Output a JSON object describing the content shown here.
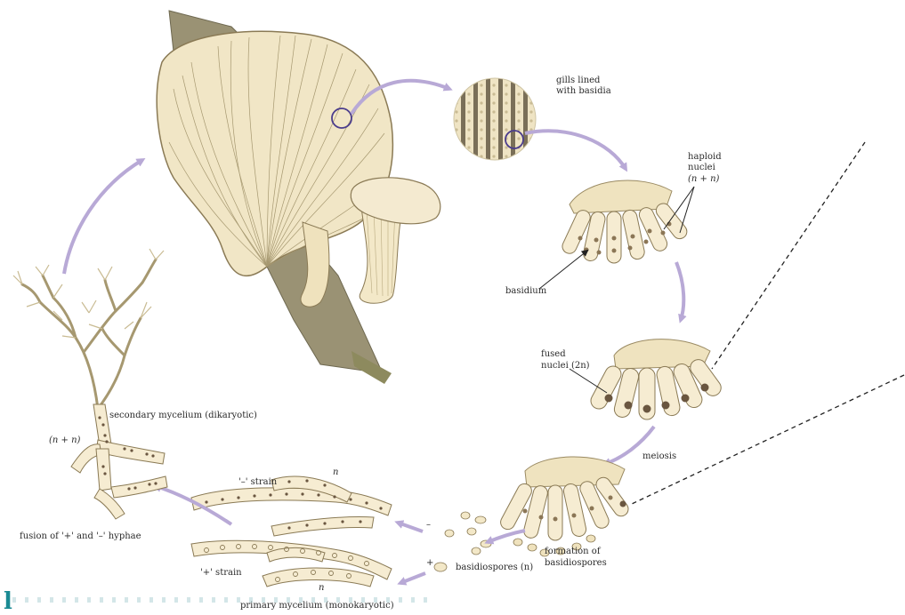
{
  "labels": {
    "gills_line1": "gills lined",
    "gills_line2": "with basidia",
    "haploid_line1": "haploid",
    "haploid_line2": "nuclei",
    "haploid_line3": "(n + n)",
    "basidium": "basidium",
    "fused_line1": "fused",
    "fused_line2": "nuclei (2n)",
    "meiosis": "meiosis",
    "formation_line1": "formation of",
    "formation_line2": "basidiospores",
    "basidiospores": "basidiospores (n)",
    "minus_strain": "'–' strain",
    "plus_strain": "'+' strain",
    "n_top": "n",
    "n_bottom": "n",
    "minus_sign": "–",
    "plus_sign": "+",
    "primary": "primary mycelium (monokaryotic)",
    "secondary": "secondary mycelium (dikaryotic)",
    "nn_left": "(n + n)",
    "fusion": "fusion of '+' and '–' hyphae"
  },
  "bottom_mark": "l",
  "colors": {
    "arrow": "#b8a9d6",
    "cream": "#f4ead0",
    "cream_dark": "#e2d2a8",
    "outline": "#8a7a55",
    "bark": "#9a9274",
    "circle": "#4a3c8c",
    "nucleus_dark": "#6a5640"
  }
}
